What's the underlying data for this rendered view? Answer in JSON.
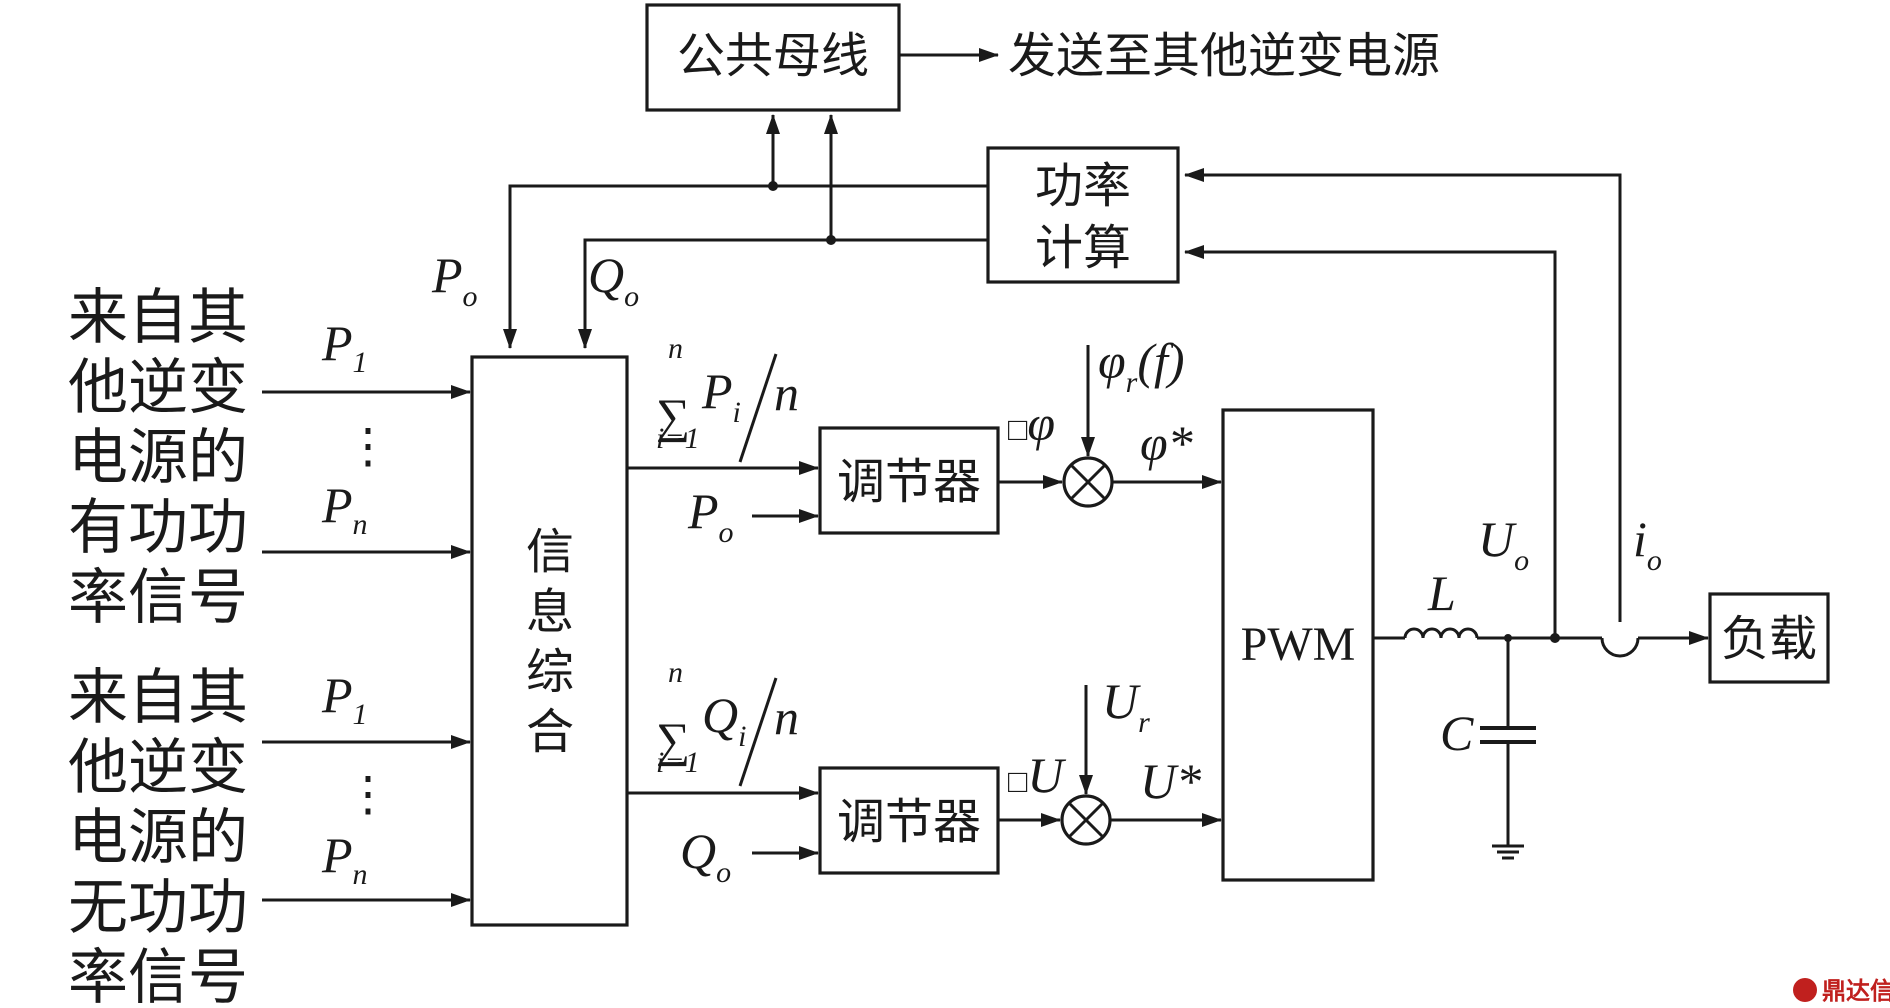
{
  "blocks": {
    "public_bus": "公共母线",
    "send_to_others": "发送至其他逆变电源",
    "power_calc_line1": "功率",
    "power_calc_line2": "计算",
    "info_synthesis": "信息综合",
    "regulator": "调节器",
    "pwm": "PWM",
    "load": "负载"
  },
  "inputs": {
    "active": [
      "来自其",
      "他逆变",
      "电源的",
      "有功功",
      "率信号"
    ],
    "reactive": [
      "来自其",
      "他逆变",
      "电源的",
      "无功功",
      "率信号"
    ],
    "dots": "⋮"
  },
  "symbols": {
    "P": "P",
    "Q": "Q",
    "U": "U",
    "phi": "φ",
    "o": "o",
    "one": "1",
    "n": "n",
    "i": "i",
    "r": "r",
    "sum": "∑",
    "i_eq_1": "i=1",
    "slash_n": "n",
    "delta_box": "□",
    "phi_star": "φ*",
    "U_star": "U*",
    "f_expr": "(f)",
    "L": "L",
    "C": "C",
    "io": "i",
    "cross": "⊗"
  },
  "watermark": {
    "text": "鼎达信",
    "color": "#c0201e"
  }
}
